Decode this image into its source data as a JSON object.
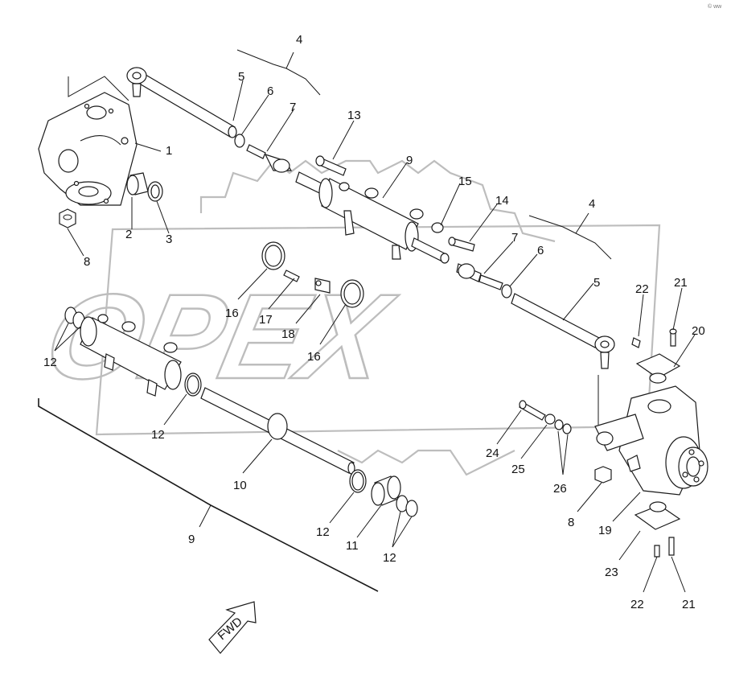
{
  "corner_mark": "© ww",
  "watermark": {
    "text": "OPEX"
  },
  "direction": {
    "text": "FWD"
  },
  "callouts": [
    {
      "id": "c1",
      "text": "1"
    },
    {
      "id": "c2",
      "text": "2"
    },
    {
      "id": "c3",
      "text": "3"
    },
    {
      "id": "c4a",
      "text": "4"
    },
    {
      "id": "c4b",
      "text": "4"
    },
    {
      "id": "c5a",
      "text": "5"
    },
    {
      "id": "c5b",
      "text": "5"
    },
    {
      "id": "c6a",
      "text": "6"
    },
    {
      "id": "c6b",
      "text": "6"
    },
    {
      "id": "c7a",
      "text": "7"
    },
    {
      "id": "c7b",
      "text": "7"
    },
    {
      "id": "c8a",
      "text": "8"
    },
    {
      "id": "c8b",
      "text": "8"
    },
    {
      "id": "c9a",
      "text": "9"
    },
    {
      "id": "c9b",
      "text": "9"
    },
    {
      "id": "c10",
      "text": "10"
    },
    {
      "id": "c11",
      "text": "11"
    },
    {
      "id": "c12a",
      "text": "12"
    },
    {
      "id": "c12b",
      "text": "12"
    },
    {
      "id": "c12c",
      "text": "12"
    },
    {
      "id": "c12d",
      "text": "12"
    },
    {
      "id": "c13",
      "text": "13"
    },
    {
      "id": "c14",
      "text": "14"
    },
    {
      "id": "c15",
      "text": "15"
    },
    {
      "id": "c16a",
      "text": "16"
    },
    {
      "id": "c16b",
      "text": "16"
    },
    {
      "id": "c17",
      "text": "17"
    },
    {
      "id": "c18",
      "text": "18"
    },
    {
      "id": "c19",
      "text": "19"
    },
    {
      "id": "c20",
      "text": "20"
    },
    {
      "id": "c21a",
      "text": "21"
    },
    {
      "id": "c21b",
      "text": "21"
    },
    {
      "id": "c22a",
      "text": "22"
    },
    {
      "id": "c22b",
      "text": "22"
    },
    {
      "id": "c23",
      "text": "23"
    },
    {
      "id": "c24",
      "text": "24"
    },
    {
      "id": "c25",
      "text": "25"
    },
    {
      "id": "c26",
      "text": "26"
    }
  ]
}
